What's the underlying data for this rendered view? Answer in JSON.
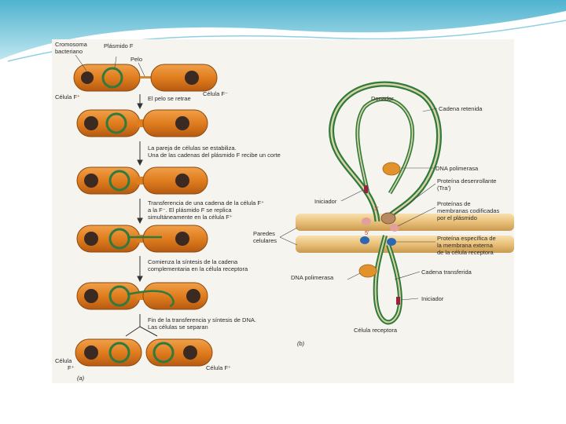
{
  "colors": {
    "cell_fill": "#e07d1e",
    "cell_dark": "#b65a12",
    "plasmid": "#2f7a3c",
    "chromosome": "#3a2a22",
    "pilus": "#d08a3a",
    "wall": "#efc98a",
    "polymerase": "#e2922b",
    "protein_blue": "#2a67b5",
    "protein_pink": "#e3a09a",
    "initiator": "#9a2040",
    "slide_teal": "#6fc3d8"
  },
  "panel_a": {
    "label_chromosome": "Cromosoma bacteriano",
    "label_plasmid": "Plásmido F",
    "label_pilus": "Pelo",
    "label_cell_f_plus": "Célula F⁺",
    "label_cell_f_minus": "Célula F⁻",
    "step_1": "El pelo se retrae",
    "step_2_line1": "La pareja de células se estabiliza.",
    "step_2_line2": "Una de las cadenas del plásmido F recibe un corte",
    "step_3_line1": "Transferencia de una cadena de la célula F⁺",
    "step_3_line2": "a la F⁻. El plásmido F se replica",
    "step_3_line3": "simultáneamente en la célula F⁺",
    "step_4_line1": "Comienza la síntesis de la cadena",
    "step_4_line2": "complementaria en la célula receptora",
    "step_5_line1": "Fin de la transferencia y síntesis de DNA.",
    "step_5_line2": "Las células se separan",
    "bottom_left_cell": "Célula",
    "bottom_left_type": "F⁺",
    "bottom_right_cell": "Célula F⁺",
    "panel_letter": "(a)"
  },
  "panel_b": {
    "label_donor": "Donador",
    "label_retained_strand": "Cadena retenida",
    "label_dna_polymerase_top": "DNA polimerasa",
    "label_unwinding_line1": "Proteína desenrollante",
    "label_unwinding_line2": "(Tra')",
    "label_initiator_top": "Iniciador",
    "label_end_3": "3'",
    "label_end_5": "5'",
    "label_membrane_line1": "Proteínas de",
    "label_membrane_line2": "membranas codificadas",
    "label_membrane_line3": "por el plásmido",
    "label_walls_line1": "Paredes",
    "label_walls_line2": "celulares",
    "label_outer_line1": "Proteína específica de",
    "label_outer_line2": "la membrana externa",
    "label_outer_line3": "de la célula receptora",
    "label_dna_polymerase_bottom": "DNA polimerasa",
    "label_transferred_strand": "Cadena transferida",
    "label_initiator_bottom": "Iniciador",
    "label_recipient": "Célula receptora",
    "panel_letter": "(b)"
  }
}
